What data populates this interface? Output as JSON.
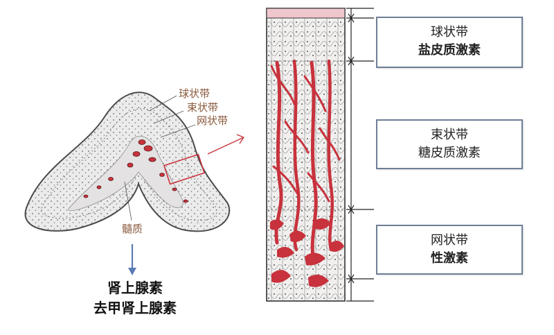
{
  "labels": {
    "zona_glomerulosa": "球状带",
    "zona_fasciculata": "束状带",
    "zona_reticularis": "网状带",
    "medulla": "髓质"
  },
  "boxes": [
    {
      "zone": "球状带",
      "hormone": "盐皮质激素"
    },
    {
      "zone": "束状带",
      "hormone": "糖皮质激素"
    },
    {
      "zone": "网状带",
      "hormone": "性激素"
    }
  ],
  "medulla_hormones": [
    "肾上腺素",
    "去甲肾上腺素"
  ],
  "colors": {
    "vessel": "#c8323c",
    "tissue": "#eceaea",
    "outline": "#4a4a4a",
    "box_border": "#6e7e96",
    "arrow": "#5a7bb5",
    "label": "#8a5a3c"
  }
}
